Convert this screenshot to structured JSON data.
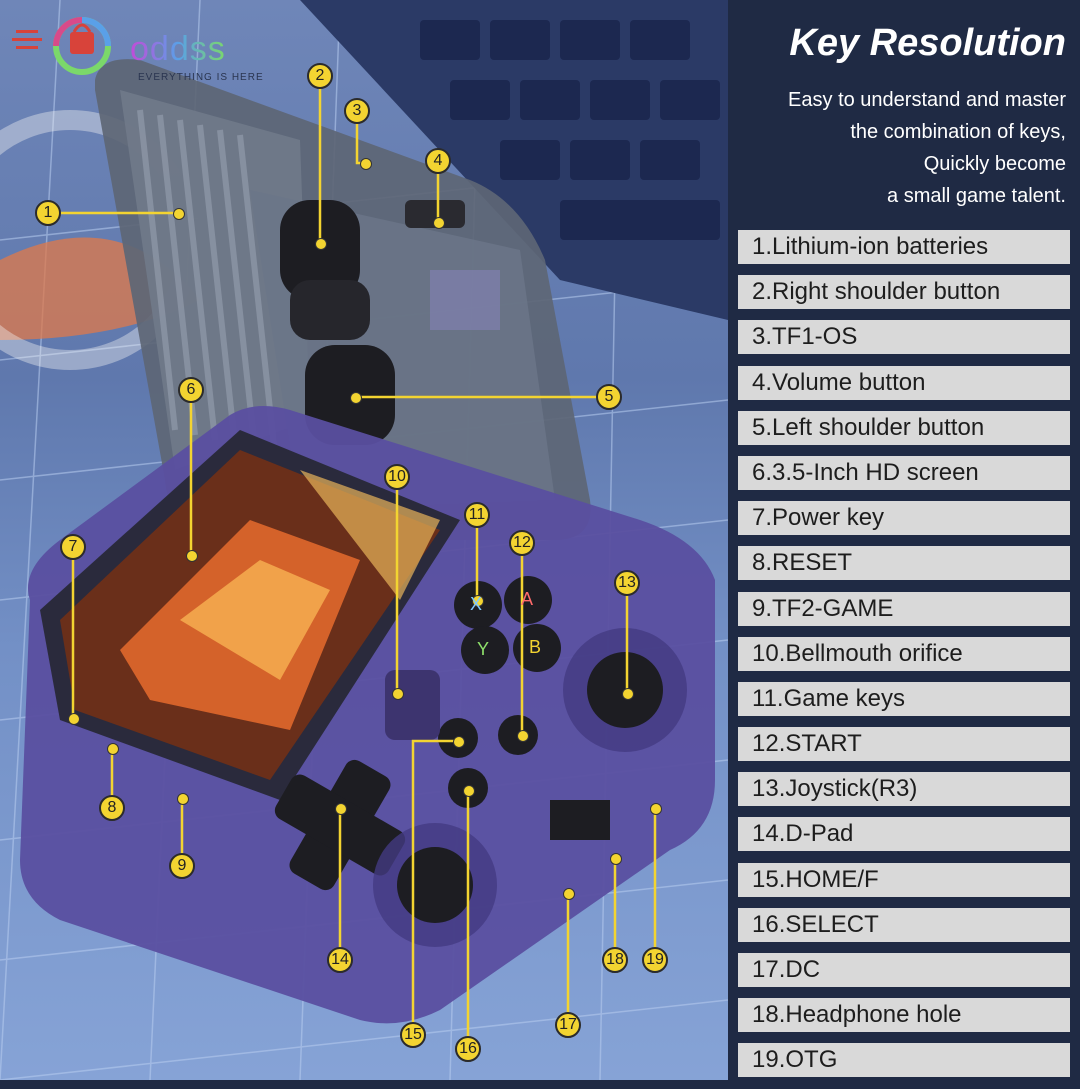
{
  "logo": {
    "word": "oddss",
    "tagline": "EVERYTHING IS HERE"
  },
  "header": {
    "title": "Key Resolution",
    "description": [
      "Easy to understand and master",
      "the combination of keys,",
      "Quickly become",
      "a small game talent."
    ]
  },
  "callouts": [
    "1",
    "2",
    "3",
    "4",
    "5",
    "6",
    "7",
    "8",
    "9",
    "10",
    "11",
    "12",
    "13",
    "14",
    "15",
    "16",
    "17",
    "18",
    "19"
  ],
  "keys": [
    "1.Lithium-ion batteries",
    "2.Right shoulder button",
    "3.TF1-OS",
    "4.Volume button",
    "5.Left shoulder button",
    "6.3.5-Inch HD screen",
    "7.Power key",
    "8.RESET",
    "9.TF2-GAME",
    "10.Bellmouth orifice",
    "11.Game keys",
    "12.START",
    "13.Joystick(R3)",
    "14.D-Pad",
    "15.HOME/F",
    "16.SELECT",
    "17.DC",
    "18.Headphone hole",
    "19.OTG"
  ],
  "face_buttons": [
    "X",
    "A",
    "Y",
    "B"
  ],
  "colors": {
    "panel": "#1f2a44",
    "marker": "#f3d431",
    "item_bg": "#d9d9d9"
  }
}
